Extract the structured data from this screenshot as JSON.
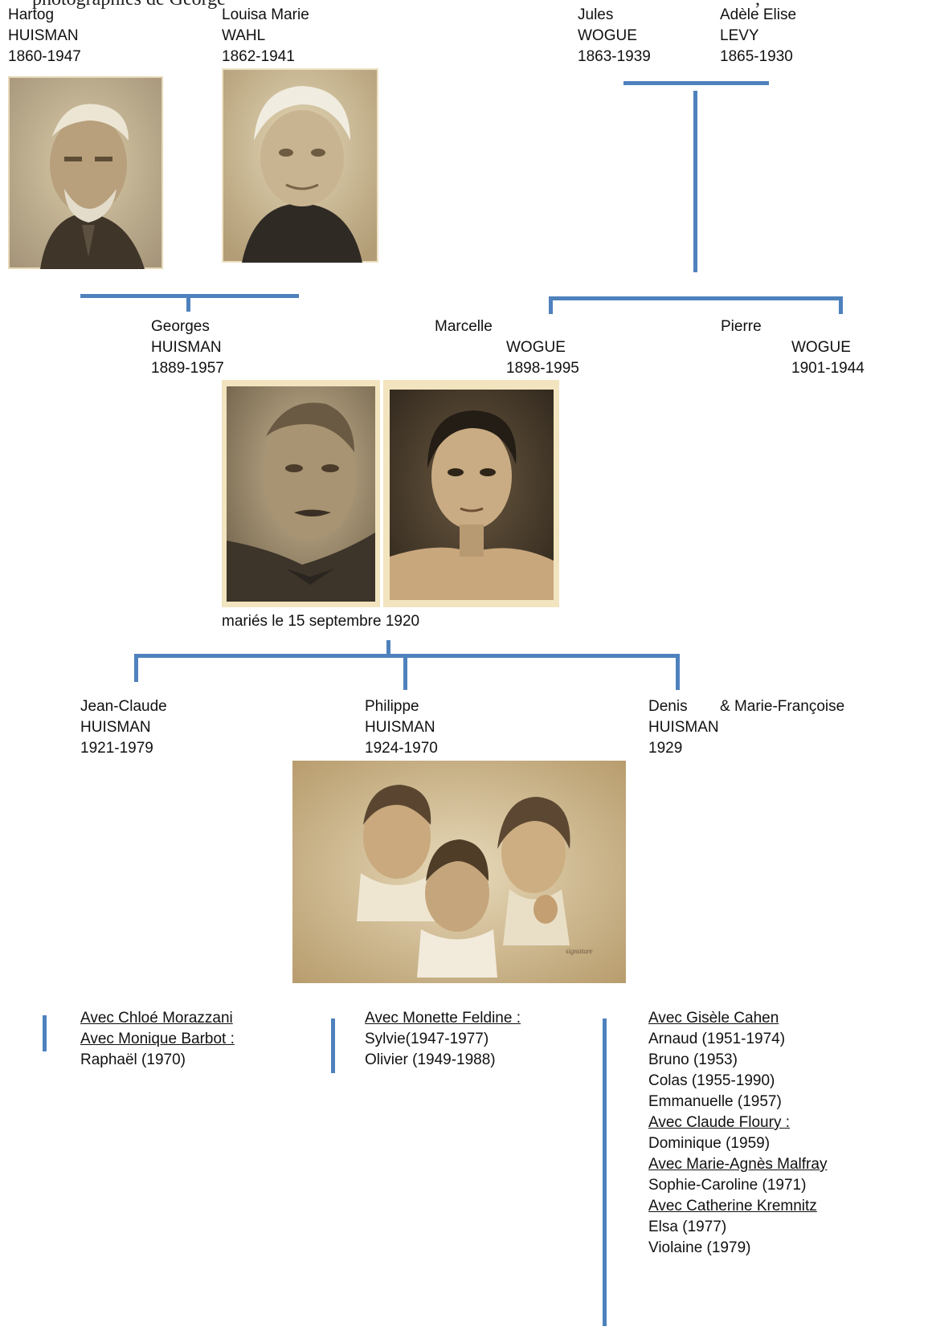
{
  "header": {
    "cut_text": "photographies de George",
    "cut_text_right": ","
  },
  "gen1": {
    "hartog": {
      "first": "Hartog",
      "last": "HUISMAN",
      "dates": "1860-1947"
    },
    "louisa": {
      "first": "Louisa Marie",
      "last": "WAHL",
      "dates": "1862-1941"
    },
    "jules": {
      "first": "Jules",
      "last": "WOGUE",
      "dates": "1863-1939"
    },
    "adele": {
      "first": "Adèle Elise",
      "last": "LEVY",
      "dates": "1865-1930"
    }
  },
  "gen2": {
    "georges": {
      "first": "Georges",
      "last": "HUISMAN",
      "dates": "1889-1957"
    },
    "marcelle": {
      "first": "Marcelle",
      "last": "WOGUE",
      "dates": "1898-1995"
    },
    "pierre": {
      "first": "Pierre",
      "last": "WOGUE",
      "dates": "1901-1944"
    },
    "marriage": "mariés le 15 septembre 1920"
  },
  "gen3": {
    "jeanclaude": {
      "first": "Jean-Claude",
      "last": "HUISMAN",
      "dates": "1921-1979"
    },
    "philippe": {
      "first": "Philippe",
      "last": "HUISMAN",
      "dates": "1924-1970"
    },
    "denis": {
      "first": "Denis",
      "spouse": "& Marie-Françoise",
      "last": "HUISMAN",
      "dates": "1929"
    }
  },
  "children": {
    "jeanclaude": [
      {
        "text": "Avec Chloé Morazzani ",
        "u": true
      },
      {
        "text": "Avec Monique Barbot :",
        "u": true
      },
      {
        "text": "Raphaël (1970)",
        "u": false
      }
    ],
    "philippe": [
      {
        "text": "Avec Monette Feldine :",
        "u": true
      },
      {
        "text": "Sylvie(1947-1977)",
        "u": false
      },
      {
        "text": "Olivier (1949-1988)",
        "u": false
      }
    ],
    "denis": [
      {
        "text": "Avec Gisèle Cahen",
        "u": true
      },
      {
        "text": "Arnaud (1951-1974)",
        "u": false
      },
      {
        "text": "Bruno (1953)",
        "u": false
      },
      {
        "text": "Colas (1955-1990)",
        "u": false
      },
      {
        "text": "Emmanuelle (1957)",
        "u": false
      },
      {
        "text": "Avec Claude Floury :",
        "u": true
      },
      {
        "text": "Dominique (1959)",
        "u": false
      },
      {
        "text": "Avec Marie-Agnès Malfray",
        "u": true
      },
      {
        "text": "Sophie-Caroline (1971)",
        "u": false
      },
      {
        "text": "Avec Catherine Kremnitz",
        "u": true
      },
      {
        "text": "Elsa (1977)",
        "u": false
      },
      {
        "text": "Violaine (1979)",
        "u": false
      }
    ]
  },
  "colors": {
    "connector": "#4f81bd",
    "sepia_light": "#c9b48e",
    "sepia_dark": "#4a3a26"
  }
}
